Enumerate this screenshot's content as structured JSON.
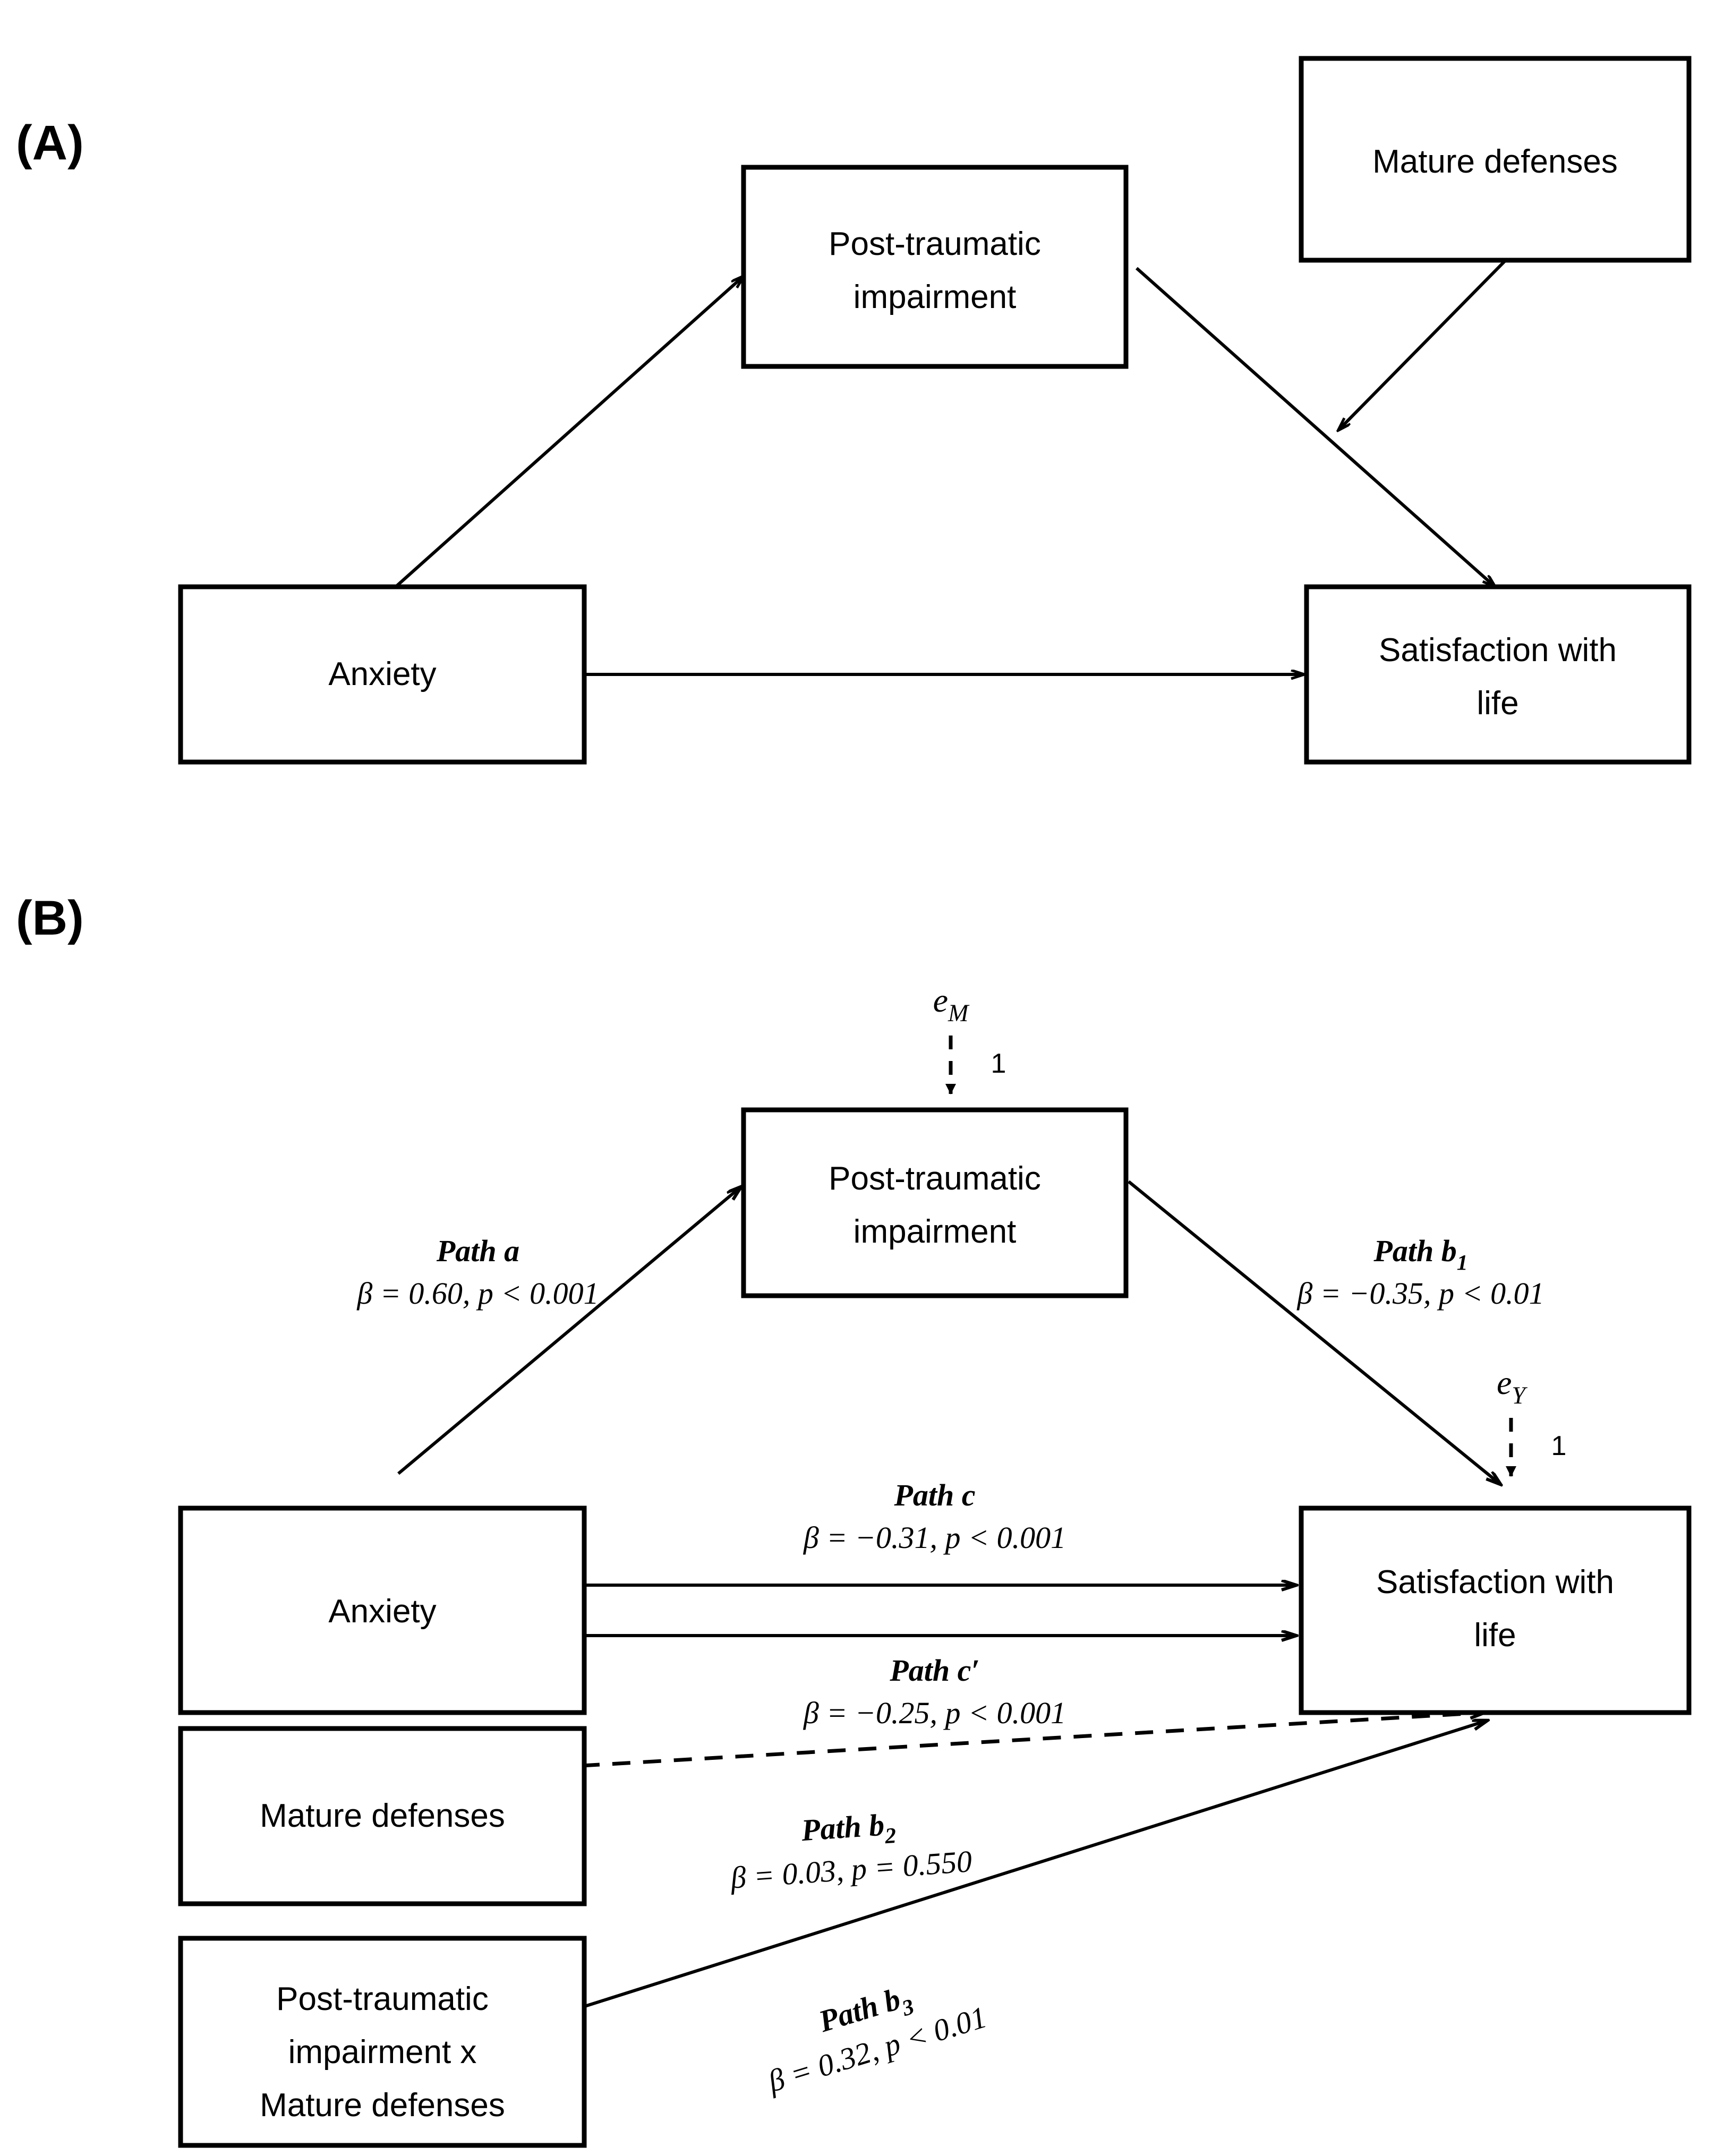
{
  "figure": {
    "type": "path-diagram",
    "panels": [
      {
        "id": "A",
        "label": "(A)",
        "nodes": {
          "anxiety": "Anxiety",
          "mediator": "Post-traumatic impairment",
          "mediator_line1": "Post-traumatic",
          "mediator_line2": "impairment",
          "moderator": "Mature defenses",
          "outcome": "Satisfaction with life",
          "outcome_line1": "Satisfaction with",
          "outcome_line2": "life"
        },
        "edges": [
          {
            "from": "Anxiety",
            "to": "Post-traumatic impairment",
            "style": "solid",
            "arrow": "open"
          },
          {
            "from": "Post-traumatic impairment",
            "to": "Satisfaction with life",
            "style": "solid",
            "arrow": "open"
          },
          {
            "from": "Mature defenses",
            "to": "Post-traumatic impairment to Satisfaction with life path",
            "style": "solid",
            "arrow": "open"
          },
          {
            "from": "Anxiety",
            "to": "Satisfaction with life",
            "style": "solid",
            "arrow": "open"
          }
        ]
      },
      {
        "id": "B",
        "label": "(B)",
        "nodes": {
          "anxiety": "Anxiety",
          "mediator_line1": "Post-traumatic",
          "mediator_line2": "impairment",
          "moderator": "Mature defenses",
          "interaction_line1": "Post-traumatic",
          "interaction_line2": "impairment x",
          "interaction_line3": "Mature defenses",
          "outcome_line1": "Satisfaction with",
          "outcome_line2": "life"
        },
        "errors": [
          {
            "name": "e",
            "subscript": "M",
            "loading": "1",
            "target": "Post-traumatic impairment"
          },
          {
            "name": "e",
            "subscript": "Y",
            "loading": "1",
            "target": "Satisfaction with life"
          }
        ],
        "paths": [
          {
            "id": "a",
            "name": "Path a",
            "name_base": "Path a",
            "name_sub": "",
            "stat": "β = 0.60, p < 0.001",
            "beta": 0.6,
            "p": "< 0.001",
            "style": "solid",
            "from": "Anxiety",
            "to": "Post-traumatic impairment"
          },
          {
            "id": "b1",
            "name": "Path b1",
            "name_base": "Path b",
            "name_sub": "1",
            "stat": "β = −0.35, p < 0.01",
            "beta": -0.35,
            "p": "< 0.01",
            "style": "solid",
            "from": "Post-traumatic impairment",
            "to": "Satisfaction with life"
          },
          {
            "id": "c",
            "name": "Path c",
            "name_base": "Path c",
            "name_sub": "",
            "stat": "β = −0.31, p < 0.001",
            "beta": -0.31,
            "p": "< 0.001",
            "style": "solid",
            "from": "Anxiety",
            "to": "Satisfaction with life"
          },
          {
            "id": "cprime",
            "name": "Path c′",
            "name_base": "Path c′",
            "name_sub": "",
            "stat": "β = −0.25, p < 0.001",
            "beta": -0.25,
            "p": "< 0.001",
            "style": "solid",
            "from": "Anxiety",
            "to": "Satisfaction with life"
          },
          {
            "id": "b2",
            "name": "Path b2",
            "name_base": "Path b",
            "name_sub": "2",
            "stat": "β = 0.03, p = 0.550",
            "beta": 0.03,
            "p": "= 0.550",
            "style": "dashed",
            "from": "Mature defenses",
            "to": "Satisfaction with life"
          },
          {
            "id": "b3",
            "name": "Path b3",
            "name_base": "Path b",
            "name_sub": "3",
            "stat": "β = 0.32, p < 0.01",
            "beta": 0.32,
            "p": "< 0.01",
            "style": "solid",
            "from": "Post-traumatic impairment x Mature defenses",
            "to": "Satisfaction with life"
          }
        ]
      }
    ],
    "colors": {
      "stroke": "#000000",
      "fill": "#ffffff",
      "text": "#000000"
    }
  }
}
